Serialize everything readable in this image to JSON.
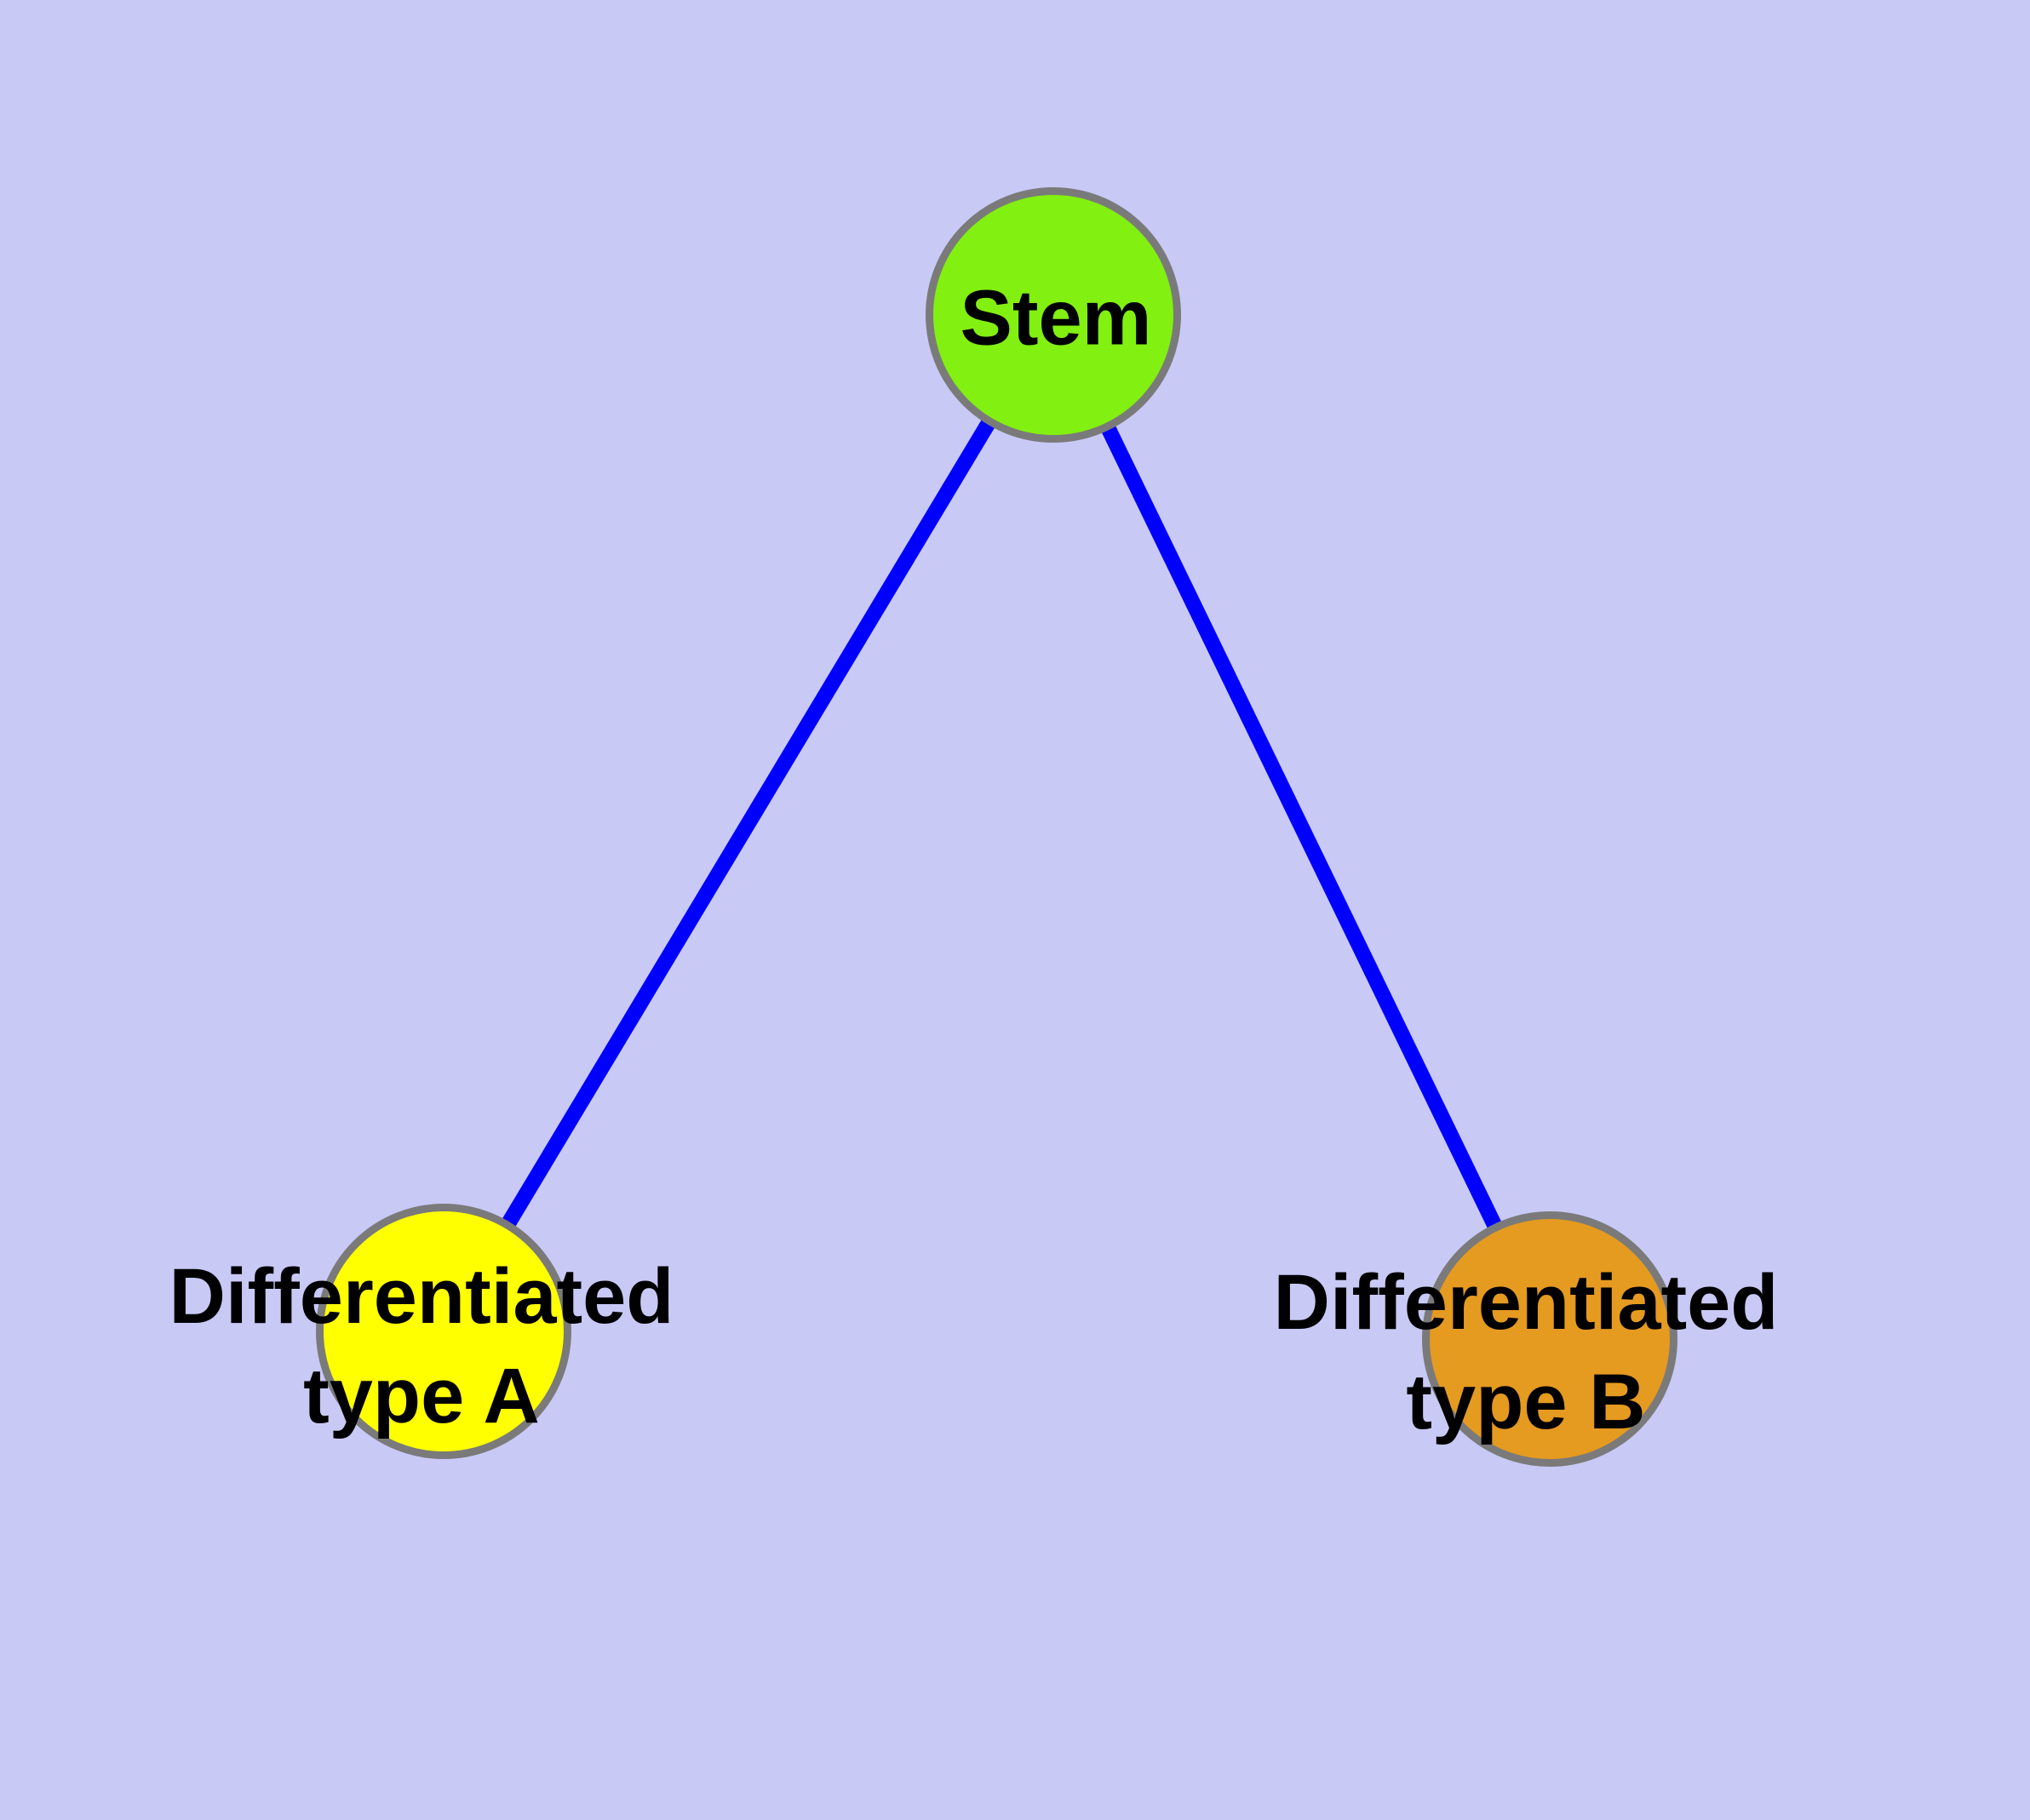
{
  "diagram": {
    "background_color": "#C9C9F6",
    "edge_color": "#0000FF",
    "node_border_color": "#7A7A7A",
    "label_color": "#000000",
    "nodes": [
      {
        "id": "stem",
        "label": "Stem",
        "color": "#82F010"
      },
      {
        "id": "type-a",
        "label": "Differentiated\ntype A",
        "color": "#FFFF00"
      },
      {
        "id": "type-b",
        "label": "Differentiated\ntype B",
        "color": "#E59A20"
      }
    ],
    "edges": [
      {
        "from": "stem",
        "to": "type-a"
      },
      {
        "from": "stem",
        "to": "type-b"
      }
    ]
  }
}
